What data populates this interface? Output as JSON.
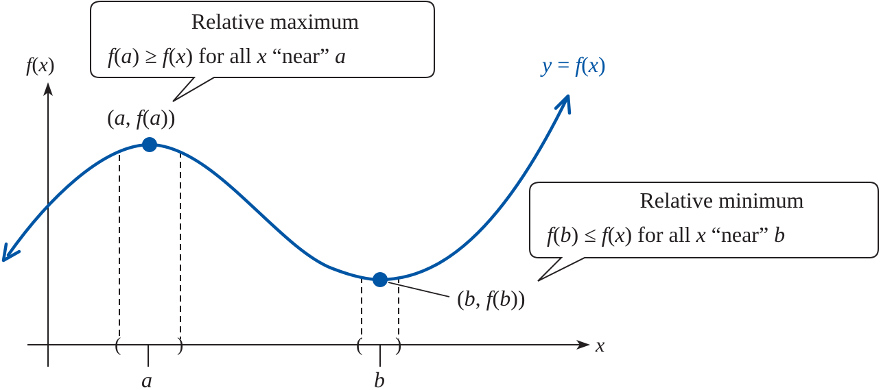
{
  "axes": {
    "y_label_f": "f",
    "y_label_open": "(",
    "y_label_x": "x",
    "y_label_close": ")",
    "x_label": "x",
    "tick_a": "a",
    "tick_b": "b"
  },
  "curve_label": {
    "y": "y",
    "eq": " = ",
    "f": "f",
    "open": "(",
    "x": "x",
    "close": ")"
  },
  "point_max": {
    "p1": "(",
    "a": "a",
    "comma": ", ",
    "f": "f",
    "p2": "(",
    "a2": "a",
    "p3": "))"
  },
  "point_min": {
    "p1": "(",
    "b": "b",
    "comma": ", ",
    "f": "f",
    "p2": "(",
    "b2": "b",
    "p3": "))"
  },
  "callout_max": {
    "title": "Relative maximum",
    "f1": "f",
    "o1": "(",
    "a1": "a",
    "c1": ")",
    "rel": " ≥ ",
    "f2": "f",
    "o2": "(",
    "x1": "x",
    "c2": ")",
    "mid": " for all ",
    "x2": "x",
    "near": " “near” ",
    "a2": "a"
  },
  "callout_min": {
    "title": "Relative minimum",
    "f1": "f",
    "o1": "(",
    "b1": "b",
    "c1": ")",
    "rel": " ≤  ",
    "f2": "f",
    "o2": "(",
    "x1": "x",
    "c2": ")",
    "mid": " for all ",
    "x2": "x",
    "near": " “near” ",
    "b2": "b"
  },
  "interval_marks": {
    "open": "(",
    "close": ")"
  },
  "colors": {
    "curve": "#0055a4",
    "ink": "#231f20"
  }
}
